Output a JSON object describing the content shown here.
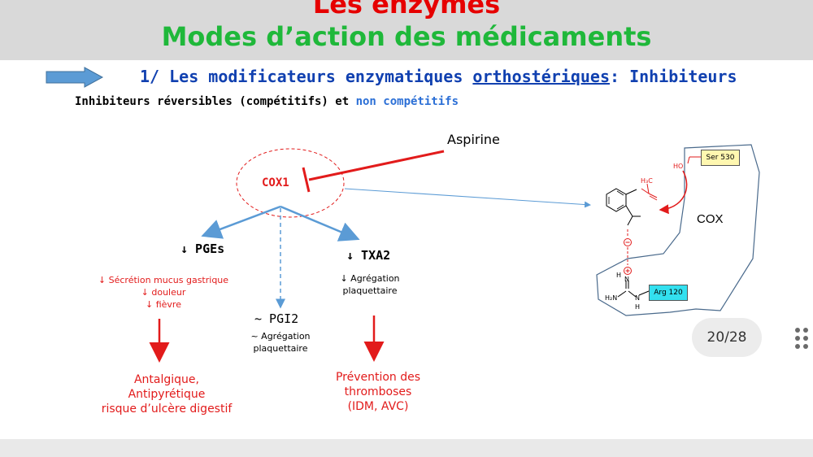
{
  "slide": {
    "title_line1": "Les enzymes",
    "title_line2": "Modes d’action des médicaments",
    "section_prefix": "1/ Les modificateurs enzymatiques ",
    "section_underlined": "orthostériques",
    "section_suffix": ": Inhibiteurs",
    "subtitle_black": "Inhibiteurs réversibles (compétitifs) et ",
    "subtitle_blue": "non compétitifs"
  },
  "diagram": {
    "drug": "Aspirine",
    "enzyme": "COX1",
    "pges": "↓ PGEs",
    "pges_effects": [
      "↓ Sécrétion mucus gastrique",
      "↓ douleur",
      "↓ fièvre"
    ],
    "pgi2": "~ PGI2",
    "pgi2_effects": [
      "~ Agrégation",
      "plaquettaire"
    ],
    "txa2": "↓ TXA2",
    "txa2_effects": [
      "↓ Agrégation",
      "plaquettaire"
    ],
    "outcome_left": [
      "Antalgique,",
      "Antipyrétique",
      "risque d’ulcère digestif"
    ],
    "outcome_right": [
      "Prévention des",
      "thromboses",
      "(IDM, AVC)"
    ]
  },
  "molecule": {
    "pocket_label": "COX",
    "ser_label": "Ser 530",
    "arg_label": "Arg 120",
    "ho": "HO",
    "h3c": "H₃C",
    "h2n": "H₂N",
    "nh_h": "H",
    "n": "N"
  },
  "viewer": {
    "page_indicator": "20/28"
  },
  "colors": {
    "title_red": "#e60000",
    "title_green": "#1fb83a",
    "section_blue": "#1040b0",
    "arrow_blue": "#5b9bd5",
    "inhibit_red": "#e21b1b"
  },
  "icons": {
    "section_arrow": "right-arrow-icon",
    "menu": "grid-dots-icon"
  }
}
